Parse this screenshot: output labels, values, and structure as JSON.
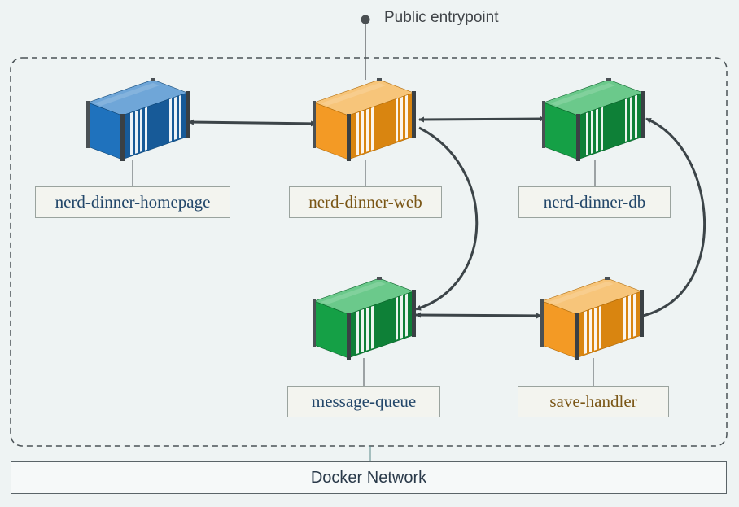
{
  "entrypoint": {
    "label": "Public entrypoint"
  },
  "network": {
    "label": "Docker Network"
  },
  "colors": {
    "blue": "#1f72bd",
    "orange": "#f39a25",
    "green": "#15a046",
    "line": "#3c4448",
    "dashed_border": "#4a5256"
  },
  "containers": {
    "homepage": {
      "label": "nerd-dinner-homepage",
      "color": "blue",
      "icon": "container-icon"
    },
    "web": {
      "label": "nerd-dinner-web",
      "color": "orange",
      "icon": "container-icon"
    },
    "db": {
      "label": "nerd-dinner-db",
      "color": "green",
      "icon": "container-icon"
    },
    "queue": {
      "label": "message-queue",
      "color": "green",
      "icon": "container-icon"
    },
    "handler": {
      "label": "save-handler",
      "color": "orange",
      "icon": "container-icon"
    }
  },
  "connections": [
    {
      "from": "homepage",
      "to": "web",
      "direction": "bidirectional"
    },
    {
      "from": "web",
      "to": "db",
      "direction": "bidirectional"
    },
    {
      "from": "web",
      "to": "queue",
      "direction": "one-way"
    },
    {
      "from": "queue",
      "to": "handler",
      "direction": "bidirectional"
    },
    {
      "from": "handler",
      "to": "db",
      "direction": "one-way"
    }
  ]
}
